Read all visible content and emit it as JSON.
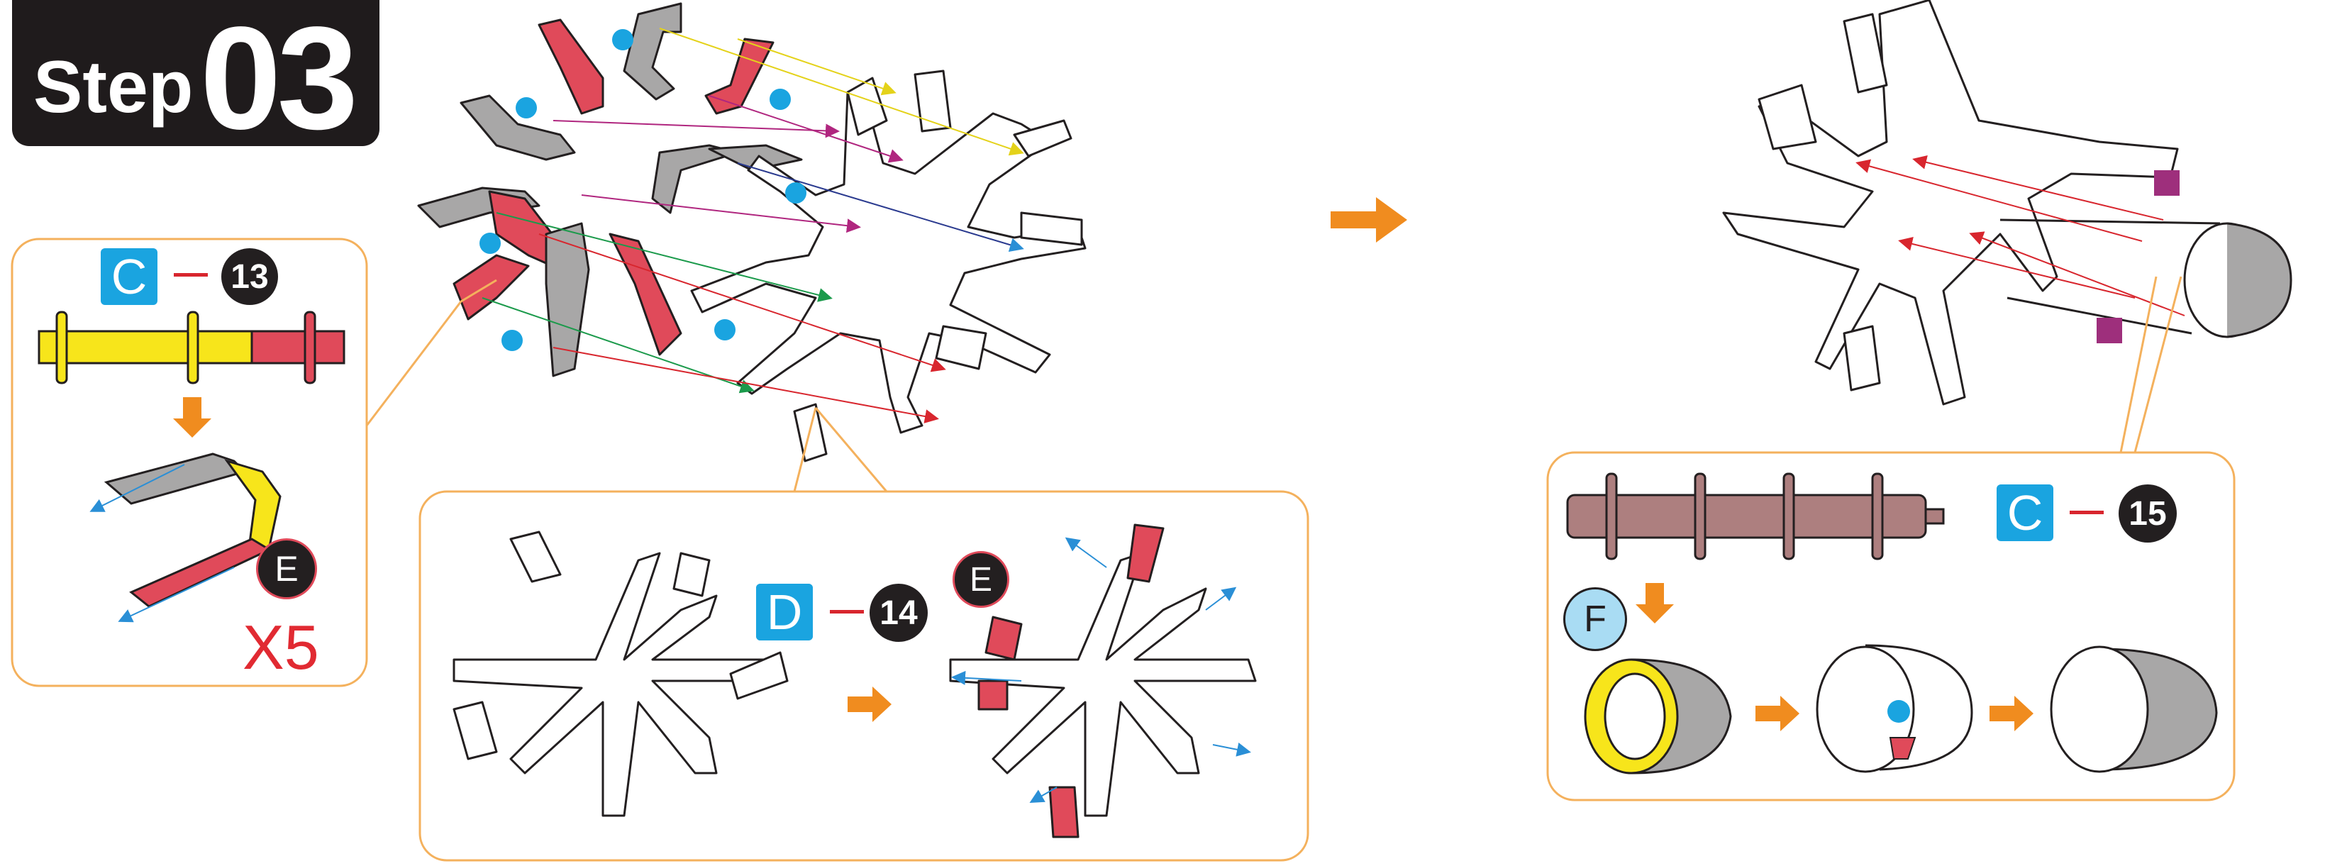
{
  "step": {
    "word": "Step",
    "number": "03"
  },
  "panel_c13": {
    "part_letter": "C",
    "part_number": "13",
    "inset_letter": "E",
    "multiplier": "X5"
  },
  "panel_d14": {
    "part_letter": "D",
    "part_number": "14",
    "inset_letter": "E"
  },
  "panel_c15": {
    "part_letter": "C",
    "part_number": "15",
    "inset_letter": "F"
  },
  "colors": {
    "outline": "#231f20",
    "gray": "#a8a7a7",
    "red": "#e04a5a",
    "yellow": "#f7e51b",
    "brown": "#ad7f7f",
    "orange": "#f08c1f",
    "cyan": "#1aa4e0",
    "magenta": "#9e2f7c",
    "panel_border": "#f4b15d"
  }
}
